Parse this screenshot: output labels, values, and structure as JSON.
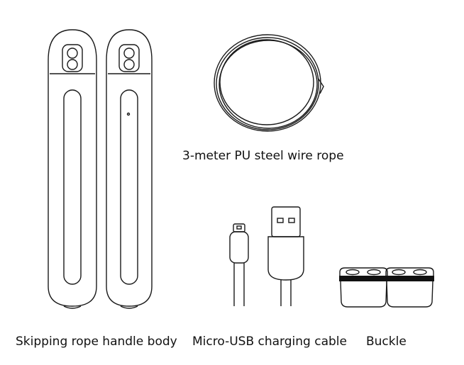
{
  "labels": {
    "rope": "3-meter PU steel wire rope",
    "handle": "Skipping rope handle body",
    "cable": "Micro-USB charging cable",
    "buckle": "Buckle"
  },
  "colors": {
    "stroke": "#1a1a1a",
    "background": "#ffffff",
    "buckle_band": "#111111"
  }
}
